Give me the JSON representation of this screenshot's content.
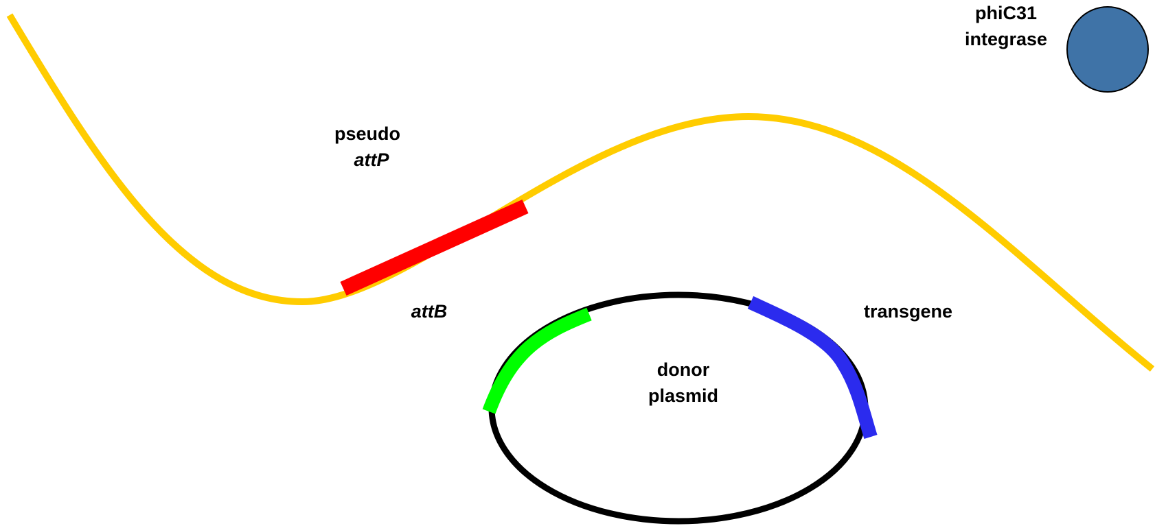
{
  "labels": {
    "integrase_line1": "phiC31",
    "integrase_line2": "integrase",
    "pseudo_line1": "pseudo",
    "pseudo_line2": "attP",
    "attb": "attB",
    "transgene": "transgene",
    "plasmid_line1": "donor",
    "plasmid_line2": "plasmid"
  },
  "colors": {
    "chromosome": "#FFCC00",
    "pseudo_attp": "#FF0000",
    "attb": "#00FF00",
    "transgene": "#2B2BEE",
    "plasmid": "#000000",
    "integrase_fill": "#3F73A7",
    "integrase_stroke": "#000000"
  }
}
